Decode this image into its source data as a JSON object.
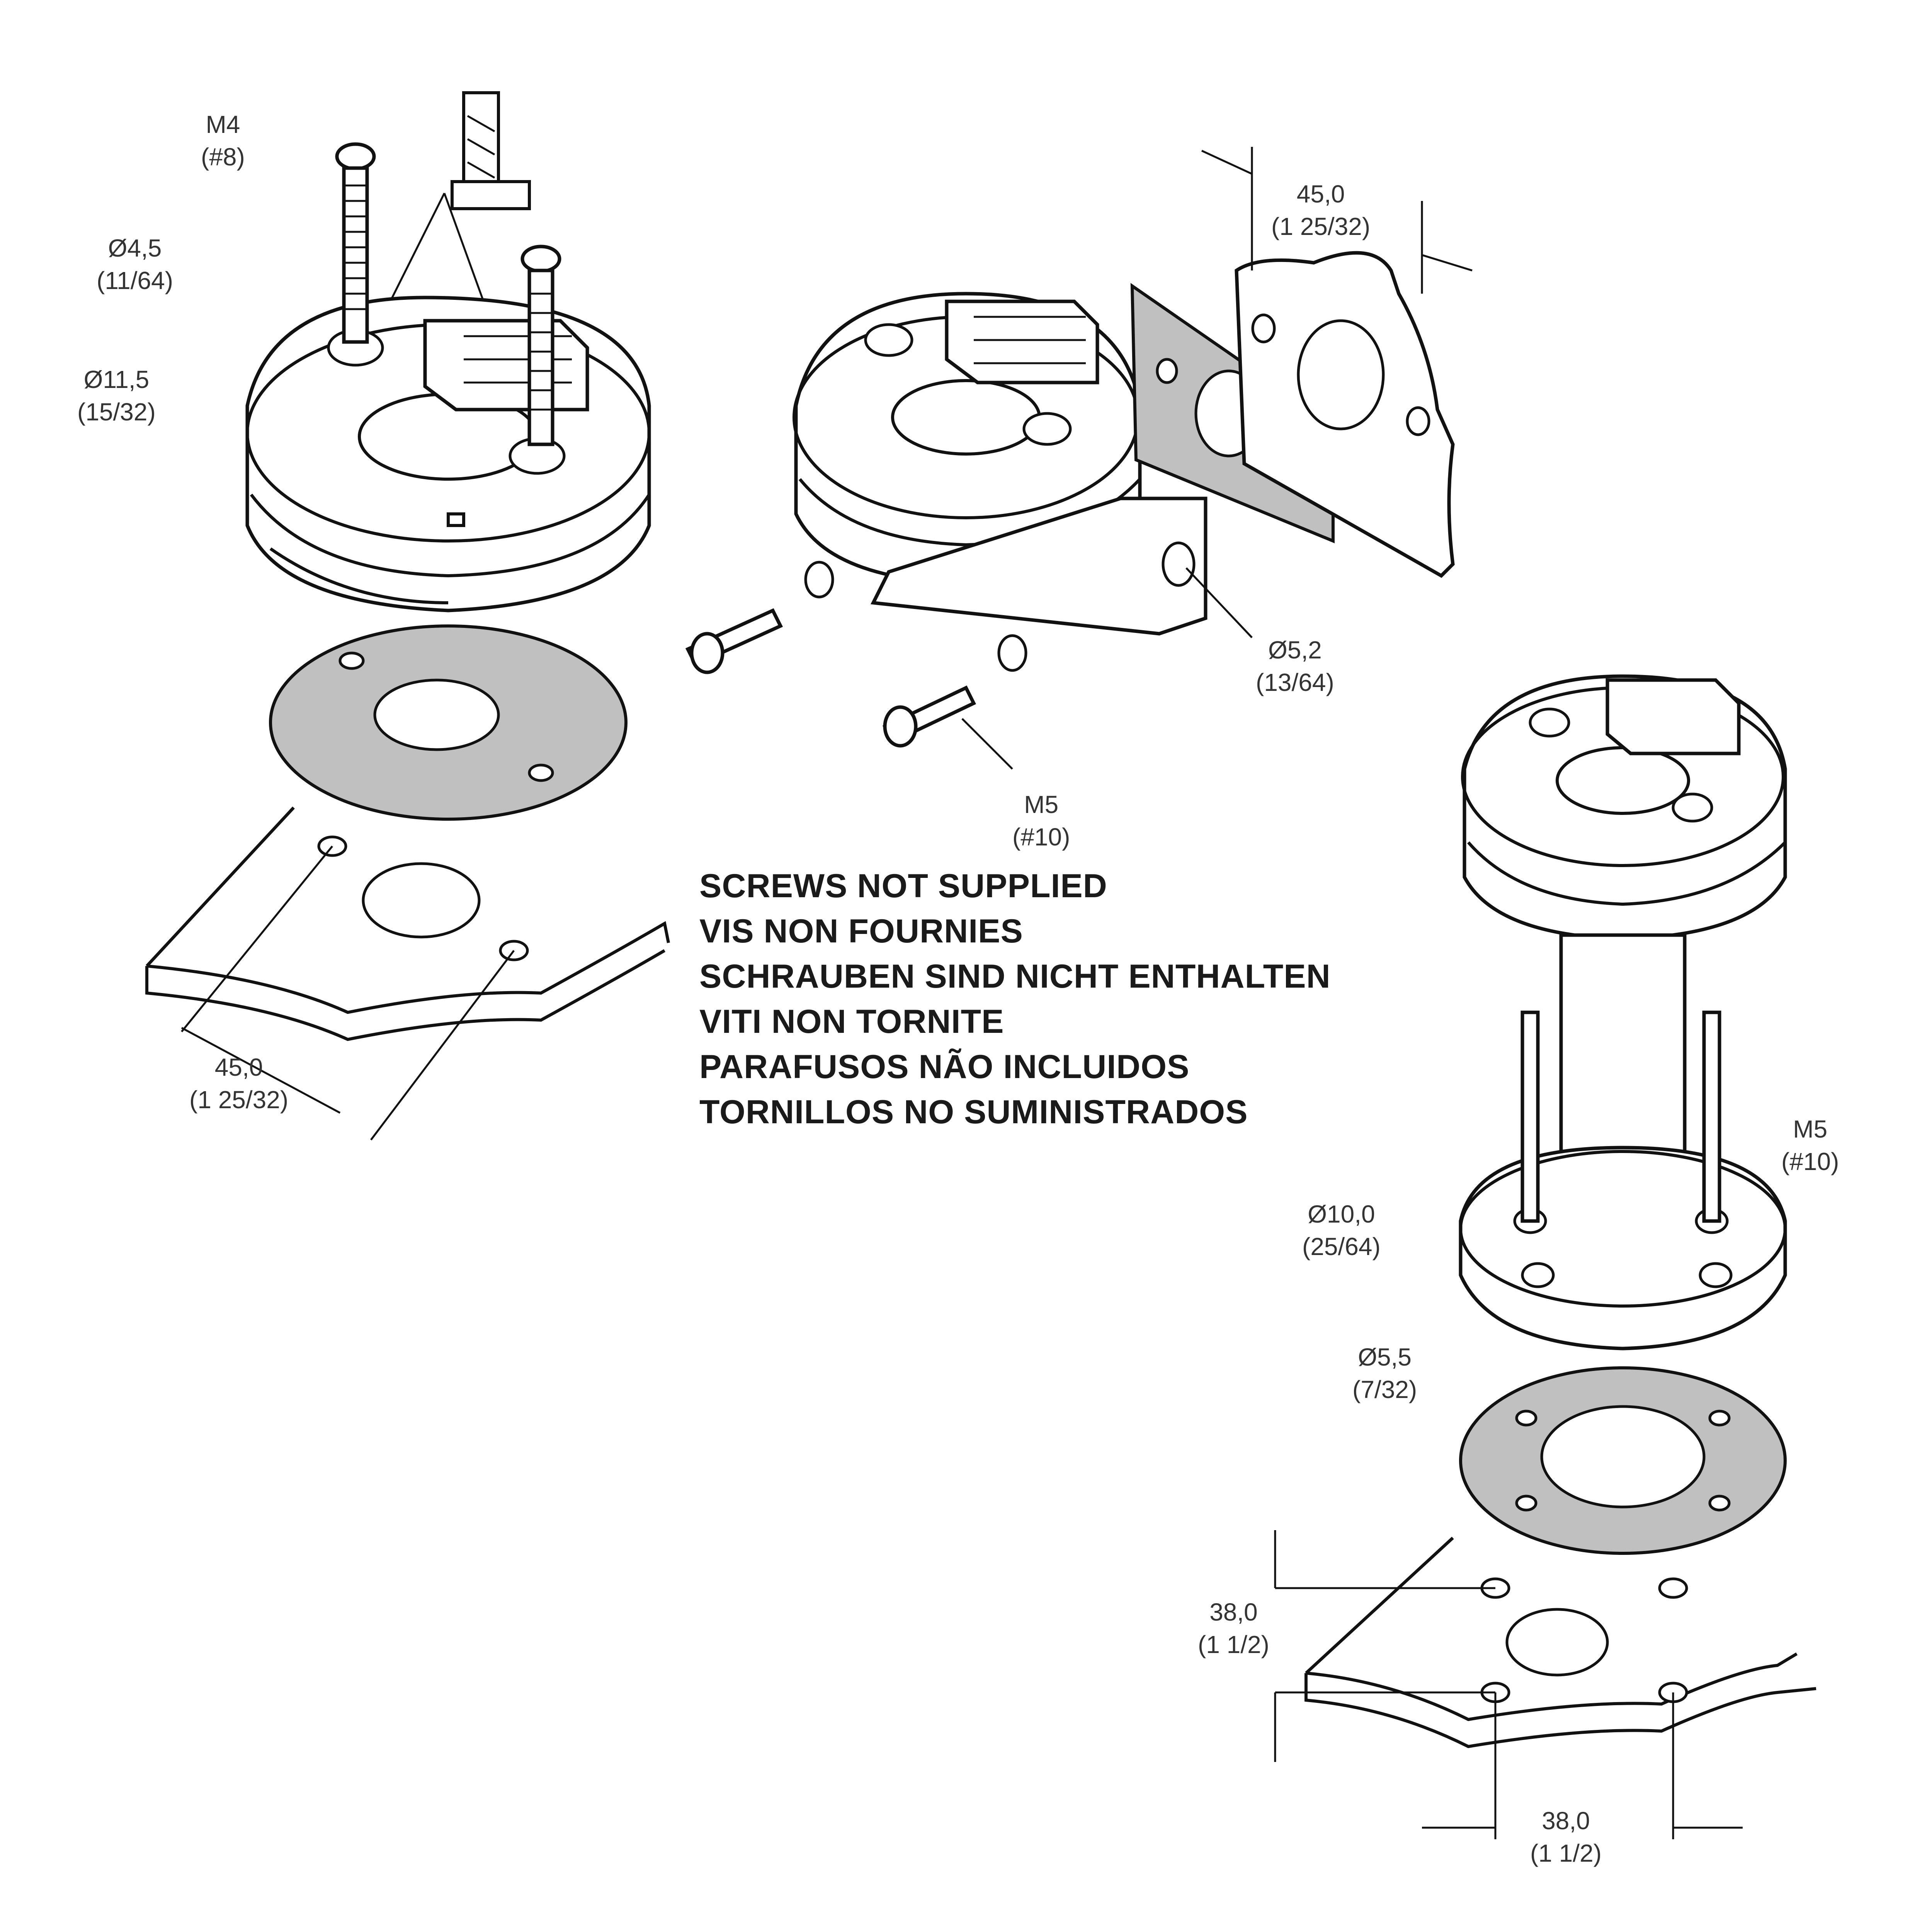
{
  "title": "Sensor mounting installation diagram",
  "notes": {
    "lines": [
      "SCREWS NOT SUPPLIED",
      "VIS NON FOURNIES",
      "SCHRAUBEN SIND NICHT ENTHALTEN",
      "VITI NON TORNITE",
      "PARAFUSOS NÃO INCLUIDOS",
      "TORNILLOS NO SUMINISTRADOS"
    ]
  },
  "views": {
    "surface_mount": {
      "screw": {
        "metric": "M4",
        "imperial": "(#8)"
      },
      "hole_small": {
        "metric": "Ø4,5",
        "imperial": "(11/64)"
      },
      "hole_counterbore": {
        "metric": "Ø11,5",
        "imperial": "(15/32)"
      },
      "spacing": {
        "metric": "45,0",
        "imperial": "(1 25/32)"
      }
    },
    "bracket_mount": {
      "spacing": {
        "metric": "45,0",
        "imperial": "(1 25/32)"
      },
      "bracket_hole": {
        "metric": "Ø5,2",
        "imperial": "(13/64)"
      },
      "screw": {
        "metric": "M5",
        "imperial": "(#10)"
      }
    },
    "pole_mount": {
      "screw": {
        "metric": "M5",
        "imperial": "(#10)"
      },
      "counterbore": {
        "metric": "Ø10,0",
        "imperial": "(25/64)"
      },
      "hole": {
        "metric": "Ø5,5",
        "imperial": "(7/32)"
      },
      "spacing_vertical": {
        "metric": "38,0",
        "imperial": "(1 1/2)"
      },
      "spacing_horizontal": {
        "metric": "38,0",
        "imperial": "(1 1/2)"
      }
    }
  },
  "colors": {
    "line": "#111111",
    "gasket": "#c0c0c0",
    "text": "#333333"
  }
}
